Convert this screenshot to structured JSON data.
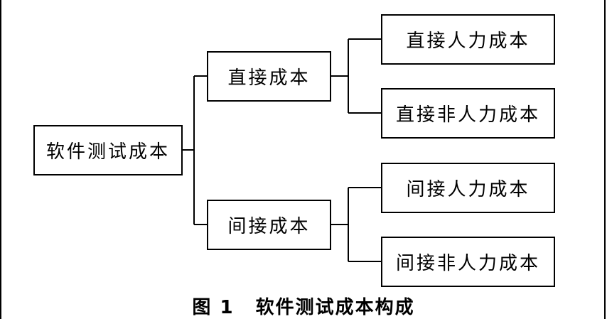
{
  "diagram": {
    "root": "软件测试成本",
    "branches": [
      {
        "label": "直接成本",
        "children": [
          "直接人力成本",
          "直接非人力成本"
        ]
      },
      {
        "label": "间接成本",
        "children": [
          "间接人力成本",
          "间接非人力成本"
        ]
      }
    ]
  },
  "caption": {
    "label": "图 1",
    "text": "软件测试成本构成"
  },
  "colors": {
    "line": "#000000",
    "background": "#ffffff"
  }
}
